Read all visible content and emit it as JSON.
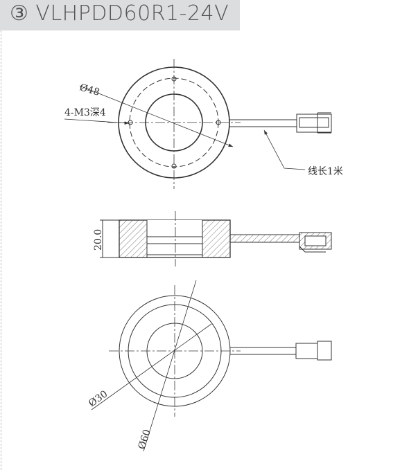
{
  "header": {
    "title": "③ VLHPDD60R1-24V"
  },
  "top_view": {
    "dia_label": "Ø48",
    "hole_label": "4-M3深4",
    "cable_label": "线长1米"
  },
  "side_view": {
    "height_label": "20.0"
  },
  "bottom_view": {
    "inner_dia_label": "Ø30",
    "outer_dia_label": "Ø60"
  },
  "colors": {
    "line": "#333333",
    "header_bg": "#dcdddf"
  }
}
